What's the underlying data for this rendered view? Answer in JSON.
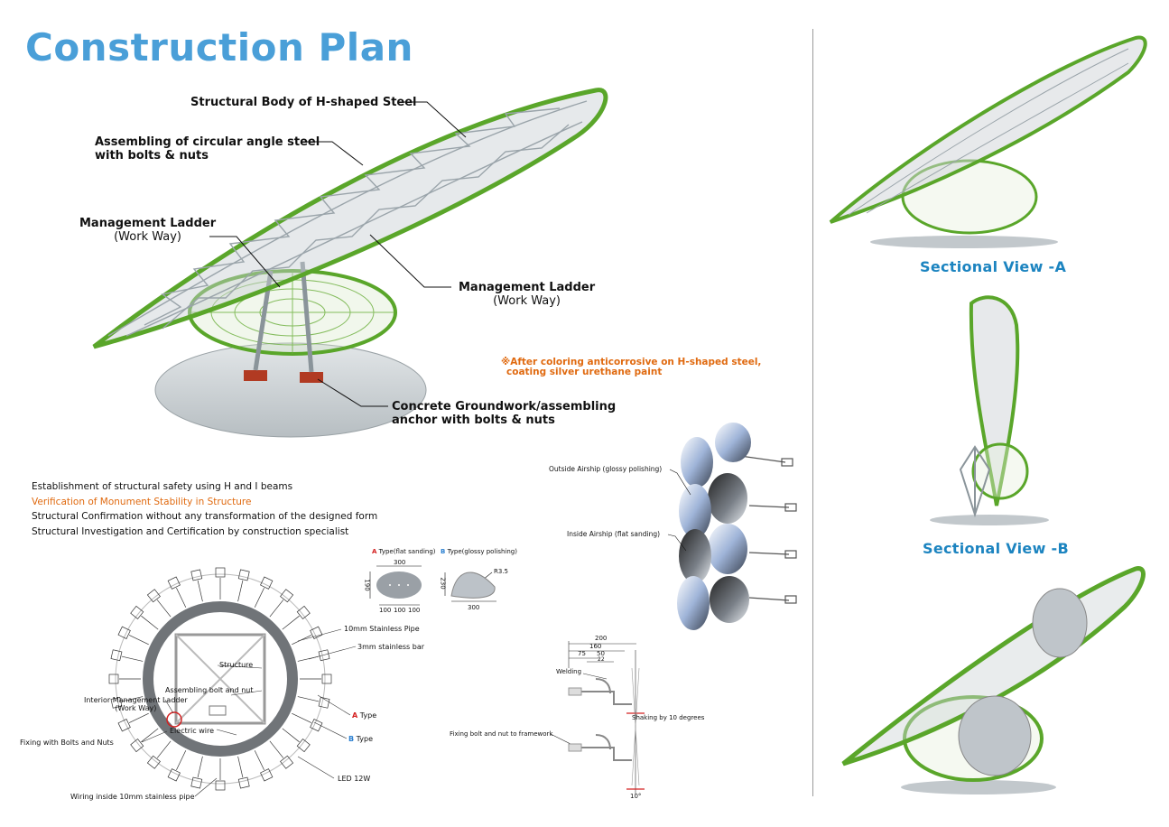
{
  "title": "Construction Plan",
  "main_callouts": {
    "structural_body": "Structural Body of H-shaped Steel",
    "circular_angle_line1": "Assembling of circular angle steel",
    "circular_angle_line2": "with bolts & nuts",
    "ladder_left_line1": "Management Ladder",
    "ladder_left_line2": "(Work Way)",
    "ladder_right_line1": "Management Ladder",
    "ladder_right_line2": "(Work Way)",
    "groundwork_line1": "Concrete Groundwork/assembling",
    "groundwork_line2": "anchor with bolts & nuts"
  },
  "coating_note": {
    "line1": "※After coloring anticorrosive on H-shaped steel,",
    "line2": "coating silver urethane paint"
  },
  "safety_list": [
    "Establishment of structural safety using  H and I beams",
    "Verification of Monument Stability in Structure",
    "Structural Confirmation without any transformation of the designed form",
    "Structural Investigation and Certification by construction specialist"
  ],
  "plan_labels": {
    "pipe": "10mm Stainless Pipe",
    "bar": "3mm stainless bar",
    "structure": "Structure",
    "bolt": "Assembling bolt and nut",
    "ladder_line1": "Interior Management Ladder",
    "ladder_line2": "(Work Way)",
    "a_letter": "A",
    "a_type": "Type",
    "fixing": "Fixing with Bolts and Nuts",
    "wire": "Electric wire",
    "b_letter": "B",
    "b_type": "Type",
    "led": "LED 12W",
    "wiring": "Wiring inside 10mm stainless pipe"
  },
  "types": {
    "a_letter": "A",
    "a_label": "Type(flat sanding)",
    "b_letter": "B",
    "b_label": "Type(glossy polishing)",
    "a_width": "300",
    "a_height": "190",
    "a_spacing": [
      "100",
      "100",
      "100"
    ],
    "b_height": "230",
    "b_width": "300",
    "b_radius": "R3.5"
  },
  "airship": {
    "outside": "Outside Airship (glossy polishing)",
    "inside": "Inside Airship (flat sanding)"
  },
  "detail": {
    "dims": [
      "200",
      "160",
      "75",
      "50",
      "22"
    ],
    "welding": "Welding",
    "shaking": "Shaking by 10 degrees",
    "fixing": "Fixing bolt and nut to framework",
    "angle": "10°"
  },
  "sections": {
    "a": "Sectional View -A",
    "b": "Sectional View -B"
  },
  "colors": {
    "title": "#4a9fd8",
    "section": "#1c84c0",
    "accent_orange": "#e06a10",
    "frame_green": "#5aa62a",
    "steel_gray": "#a9b2b8"
  }
}
